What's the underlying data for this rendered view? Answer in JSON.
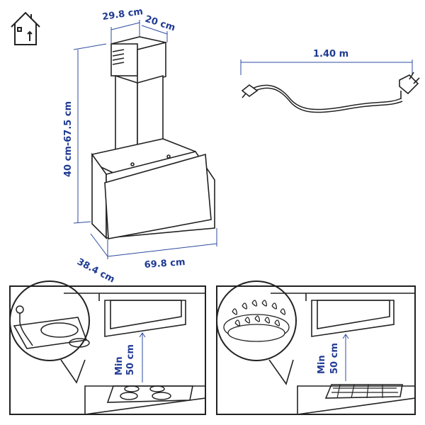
{
  "dimensions": {
    "width_top": "29.8 cm",
    "depth_top": "20 cm",
    "height": "40 cm-67.5 cm",
    "cable_length": "1.40 m",
    "depth_bottom": "38.4 cm",
    "width_bottom": "69.8 cm"
  },
  "installation": {
    "electric_min": "Min",
    "electric_dist": "50 cm",
    "gas_min": "Min",
    "gas_dist": "50 cm"
  },
  "icons": [
    "house-ventilation-icon",
    "cable-plug-icon",
    "gas-burner-flame-icon",
    "electric-plug-icon"
  ],
  "colors": {
    "dimension": "#1f3a93",
    "line": "#222222"
  }
}
